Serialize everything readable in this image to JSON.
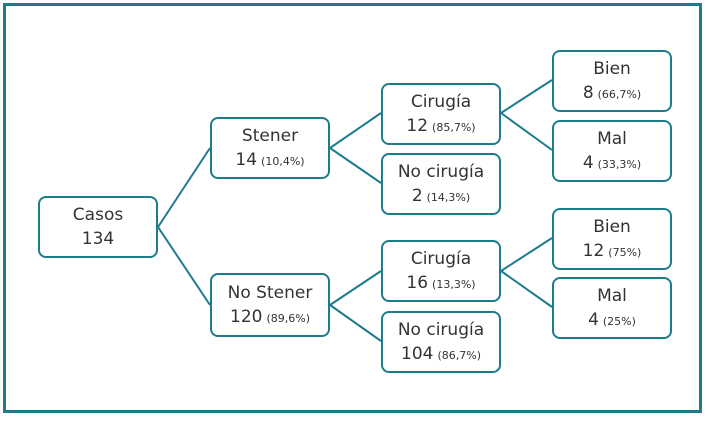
{
  "tree": {
    "root": {
      "label": "Casos",
      "value": "134",
      "pct": ""
    },
    "stener": {
      "label": "Stener",
      "value": "14",
      "pct": "(10,4%)"
    },
    "no_stener": {
      "label": "No Stener",
      "value": "120",
      "pct": "(89,6%)"
    },
    "stener_cirugia": {
      "label": "Cirugía",
      "value": "12",
      "pct": "(85,7%)"
    },
    "stener_no_cirugia": {
      "label": "No cirugía",
      "value": "2",
      "pct": "(14,3%)"
    },
    "ns_cirugia": {
      "label": "Cirugía",
      "value": "16",
      "pct": "(13,3%)"
    },
    "ns_no_cirugia": {
      "label": "No cirugía",
      "value": "104",
      "pct": "(86,7%)"
    },
    "s_bien": {
      "label": "Bien",
      "value": "8",
      "pct": "(66,7%)"
    },
    "s_mal": {
      "label": "Mal",
      "value": "4",
      "pct": "(33,3%)"
    },
    "ns_bien": {
      "label": "Bien",
      "value": "12",
      "pct": "(75%)"
    },
    "ns_mal": {
      "label": "Mal",
      "value": "4",
      "pct": "(25%)"
    }
  },
  "colors": {
    "border": "#1d7b8c",
    "line": "#1d7b8c",
    "text": "#333333"
  }
}
